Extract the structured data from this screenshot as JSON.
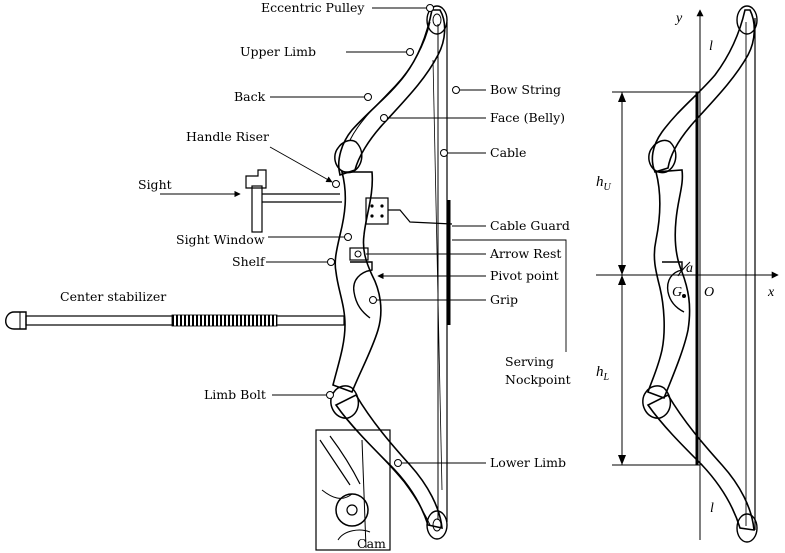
{
  "labels": {
    "eccentric_pulley": "Eccentric Pulley",
    "upper_limb": "Upper Limb",
    "back": "Back",
    "handle_riser": "Handle Riser",
    "sight": "Sight",
    "sight_window": "Sight Window",
    "shelf": "Shelf",
    "center_stabilizer": "Center stabilizer",
    "limb_bolt": "Limb Bolt",
    "cam": "Cam",
    "bow_string": "Bow String",
    "face_belly": "Face (Belly)",
    "cable": "Cable",
    "cable_guard": "Cable Guard",
    "arrow_rest": "Arrow Rest",
    "pivot_point": "Pivot point",
    "grip": "Grip",
    "serving": "Serving",
    "nockpoint": "Nockpoint",
    "lower_limb": "Lower Limb"
  },
  "axes": {
    "y": "y",
    "x": "x",
    "origin": "O",
    "a": "a",
    "g": "G",
    "l_top": "l",
    "l_bottom": "l",
    "h_upper": "h",
    "h_upper_sub": "U",
    "h_lower": "h",
    "h_lower_sub": "L"
  }
}
